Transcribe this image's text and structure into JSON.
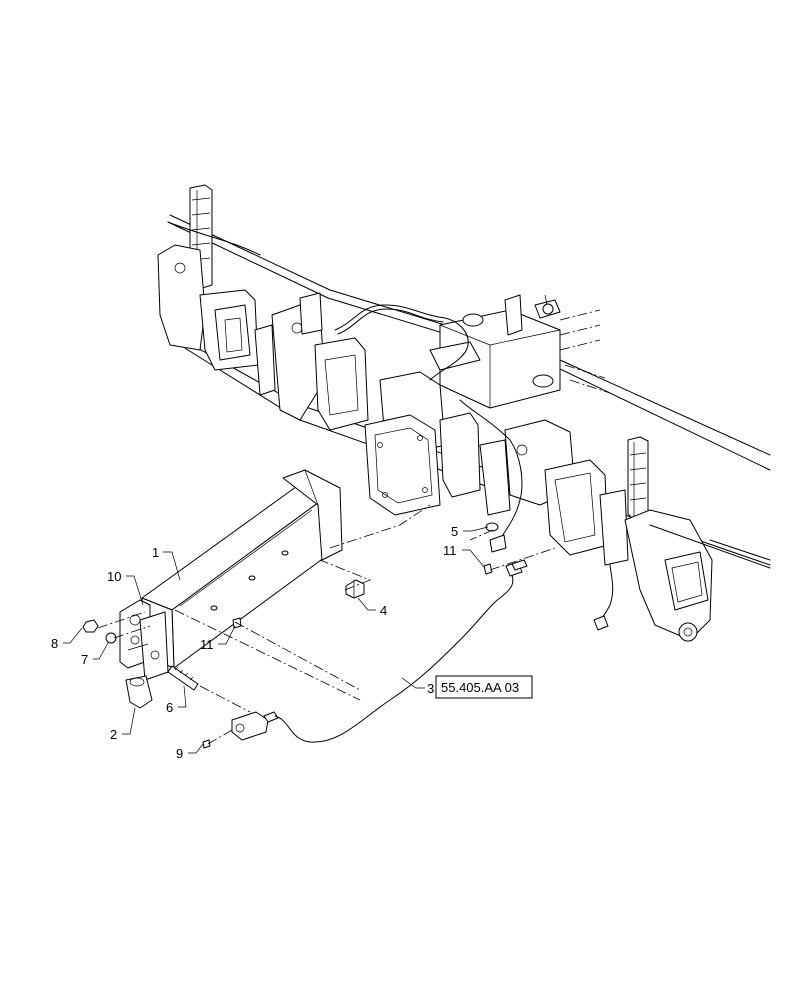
{
  "callouts": {
    "c1": "1",
    "c2": "2",
    "c3": "3",
    "c4": "4",
    "c5": "5",
    "c6": "6",
    "c7": "7",
    "c8": "8",
    "c9": "9",
    "c10": "10",
    "c11a": "11",
    "c11b": "11"
  },
  "reference": "55.405.AA 03"
}
